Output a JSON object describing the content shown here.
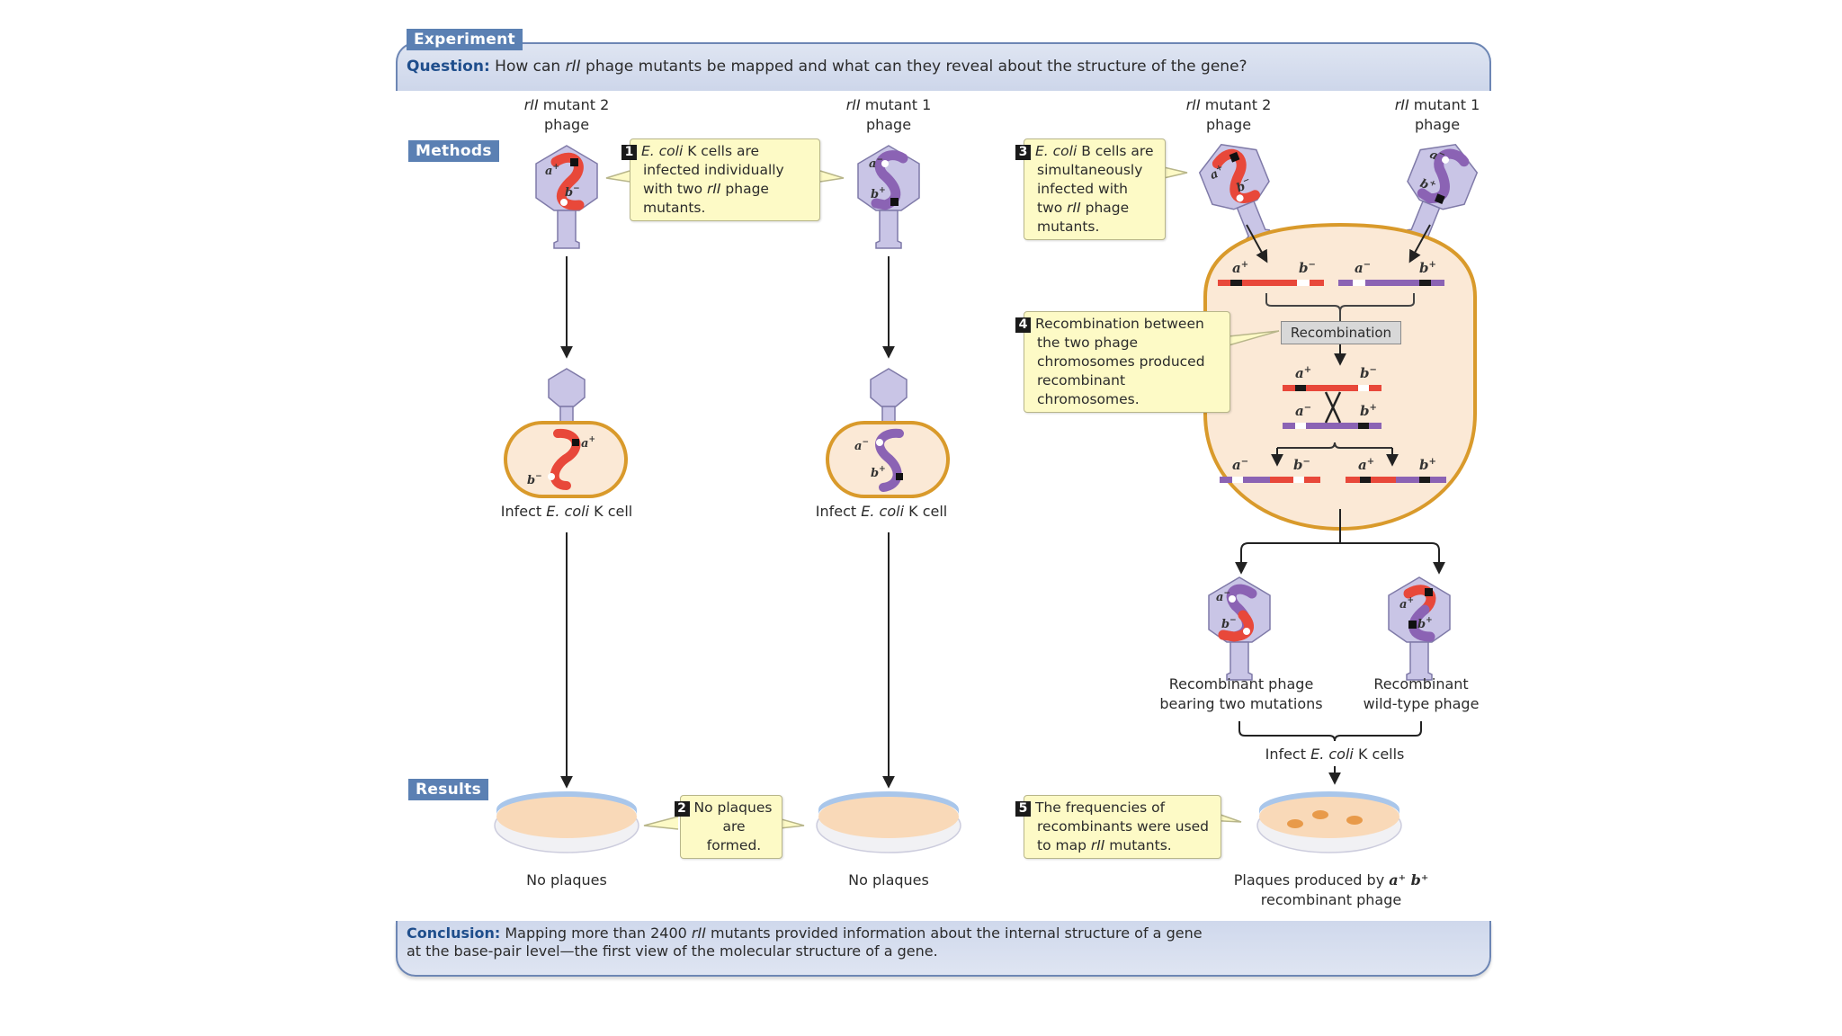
{
  "header": {
    "experiment_tag": "Experiment",
    "question_label": "Question:",
    "question_pre": "How can ",
    "question_italic": "rII",
    "question_post": " phage mutants be mapped and what can they reveal about the structure of the gene?"
  },
  "sections": {
    "methods": "Methods",
    "results": "Results"
  },
  "phage_labels": {
    "left_mutant2_italic": "rII",
    "left_mutant2_text": " mutant 2",
    "left_mutant1_italic": "rII",
    "left_mutant1_text": " mutant 1",
    "right_mutant2_italic": "rII",
    "right_mutant2_text": " mutant 2",
    "right_mutant1_italic": "rII",
    "right_mutant1_text": " mutant 1",
    "phage_word": "phage"
  },
  "steps": [
    {
      "num": "1",
      "text_italic_a": "E. coli",
      "text_a": " K cells are infected individually with two ",
      "text_italic_b": "rII",
      "text_b": " phage mutants."
    },
    {
      "num": "2",
      "text": "No plaques are formed."
    },
    {
      "num": "3",
      "text_italic_a": "E. coli",
      "text_a": " B cells are simultaneously infected with two ",
      "text_italic_b": "rII",
      "text_b": " phage mutants."
    },
    {
      "num": "4",
      "text": "Recombination between the two phage chromosomes produced recombinant chromosomes."
    },
    {
      "num": "5",
      "text_a": "The frequencies of recombinants were used to map ",
      "text_italic_b": "rII",
      "text_b": " mutants."
    }
  ],
  "infect_labels": {
    "pre": "Infect ",
    "italic": "E. coli",
    "post_cell": " K cell",
    "post_cells": " K cells"
  },
  "recombination_box": "Recombination",
  "alleles": {
    "a_plus": "a+",
    "a_minus": "a−",
    "b_plus": "b+",
    "b_minus": "b−"
  },
  "recombinant_labels": {
    "double_mutant_line1": "Recombinant phage",
    "double_mutant_line2": "bearing two mutations",
    "wild_type_line1": "Recombinant",
    "wild_type_line2": "wild-type phage"
  },
  "results": {
    "no_plaques_left": "No plaques",
    "no_plaques_right": "No plaques",
    "plaques_pre": "Plaques produced by ",
    "plaques_genotype": "a⁺ b⁺",
    "plaques_line2": "recombinant phage"
  },
  "conclusion": {
    "label": "Conclusion:",
    "pre": "Mapping more than 2400 ",
    "italic": "rII",
    "post": " mutants provided information about the internal structure of a gene at the base-pair level—the first view of the molecular structure of a gene."
  },
  "colors": {
    "frame_blue": "#6d86b4",
    "tag_blue": "#5b80b3",
    "chromosome_red": "#e8483a",
    "chromosome_purple": "#8b63b4",
    "phage_lavender": "#c9c5e6",
    "cell_fill": "#fbe9d6",
    "cell_border": "#d99a2b",
    "callout_fill": "#fdfac6"
  }
}
